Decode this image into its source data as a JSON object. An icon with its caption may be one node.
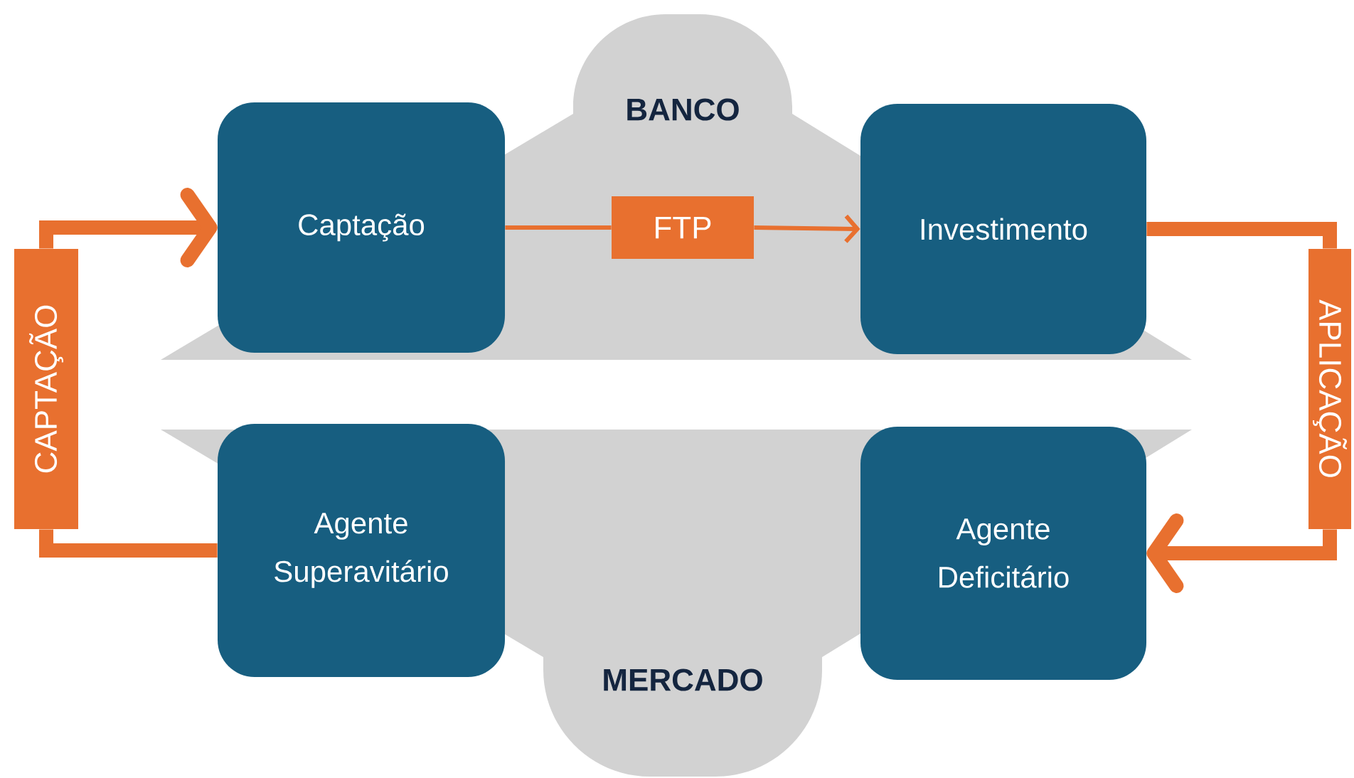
{
  "diagram": {
    "nodes": [
      {
        "text": [
          "BANCO"
        ]
      },
      {
        "text": [
          "Captação"
        ]
      },
      {
        "text": [
          "FTP"
        ],
        "in": 0
      },
      {
        "text": [
          "Investimento"
        ]
      },
      {
        "text": [
          "MERCADO"
        ]
      },
      {
        "text": [
          "Agente Superavitário"
        ]
      },
      {
        "text": [
          "Agente Deficitário"
        ]
      },
      {
        "text": [
          "CAPTAÇÃO"
        ]
      },
      {
        "text": [
          "APLICAÇÃO"
        ]
      }
    ],
    "edges": [
      {
        "from": 1,
        "to": 2,
        "arrow": "none"
      },
      {
        "from": 2,
        "to": 3,
        "arrow": "to"
      },
      {
        "from": 5,
        "to": 7,
        "arrow": "none"
      },
      {
        "from": 7,
        "to": 1,
        "arrow": "to"
      },
      {
        "from": 3,
        "to": 8,
        "arrow": "none"
      },
      {
        "from": 8,
        "to": 6,
        "arrow": "to"
      }
    ]
  }
}
